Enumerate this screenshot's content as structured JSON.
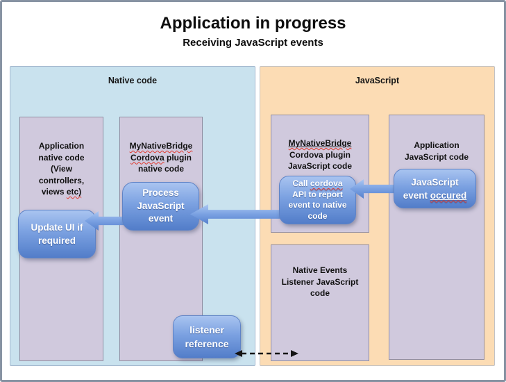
{
  "title": "Application in progress",
  "subtitle": "Receiving JavaScript events",
  "panels": {
    "native": {
      "label": "Native code"
    },
    "javascript": {
      "label": "JavaScript"
    }
  },
  "boxes": {
    "app_native": {
      "l1": "Application",
      "l2": "native code",
      "l3": "(View",
      "l4": "controllers,",
      "l5_a": "views ",
      "l5_b": "etc)"
    },
    "bridge_native": {
      "l1": "MyNativeBridge",
      "l2_a": "Cordova",
      "l2_b": " plugin",
      "l3": "native code"
    },
    "bridge_js": {
      "l1": "MyNativeBridge",
      "l2": "Cordova plugin",
      "l3": "JavaScript code"
    },
    "native_events_listener": {
      "l1": "Native Events",
      "l2": "Listener JavaScript",
      "l3": "code"
    },
    "app_js": {
      "l1": "Application",
      "l2": "JavaScript code"
    }
  },
  "buttons": {
    "process": {
      "l1": "Process",
      "l2": "JavaScript",
      "l3": "event"
    },
    "update": {
      "l1": "Update UI if",
      "l2": "required"
    },
    "call": {
      "l1_a": "Call ",
      "l1_b": "cordova",
      "l2": "API to report",
      "l3": "event to native",
      "l4": "code"
    },
    "occurred": {
      "l1": "JavaScript",
      "l2_a": "event ",
      "l2_b": "occured"
    },
    "listener": {
      "l1": "listener",
      "l2": "reference"
    }
  },
  "colors": {
    "frame_gray": "#8793a3",
    "native_panel": "#c9e2ee",
    "js_panel": "#fcdcb4",
    "box_fill": "#d0c9dd",
    "box_border": "#908da1",
    "button_top": "#a9c4f0",
    "button_bottom": "#527dc9",
    "squiggle_red": "#e0392e",
    "text_black": "#111111",
    "text_white": "#ffffff"
  }
}
